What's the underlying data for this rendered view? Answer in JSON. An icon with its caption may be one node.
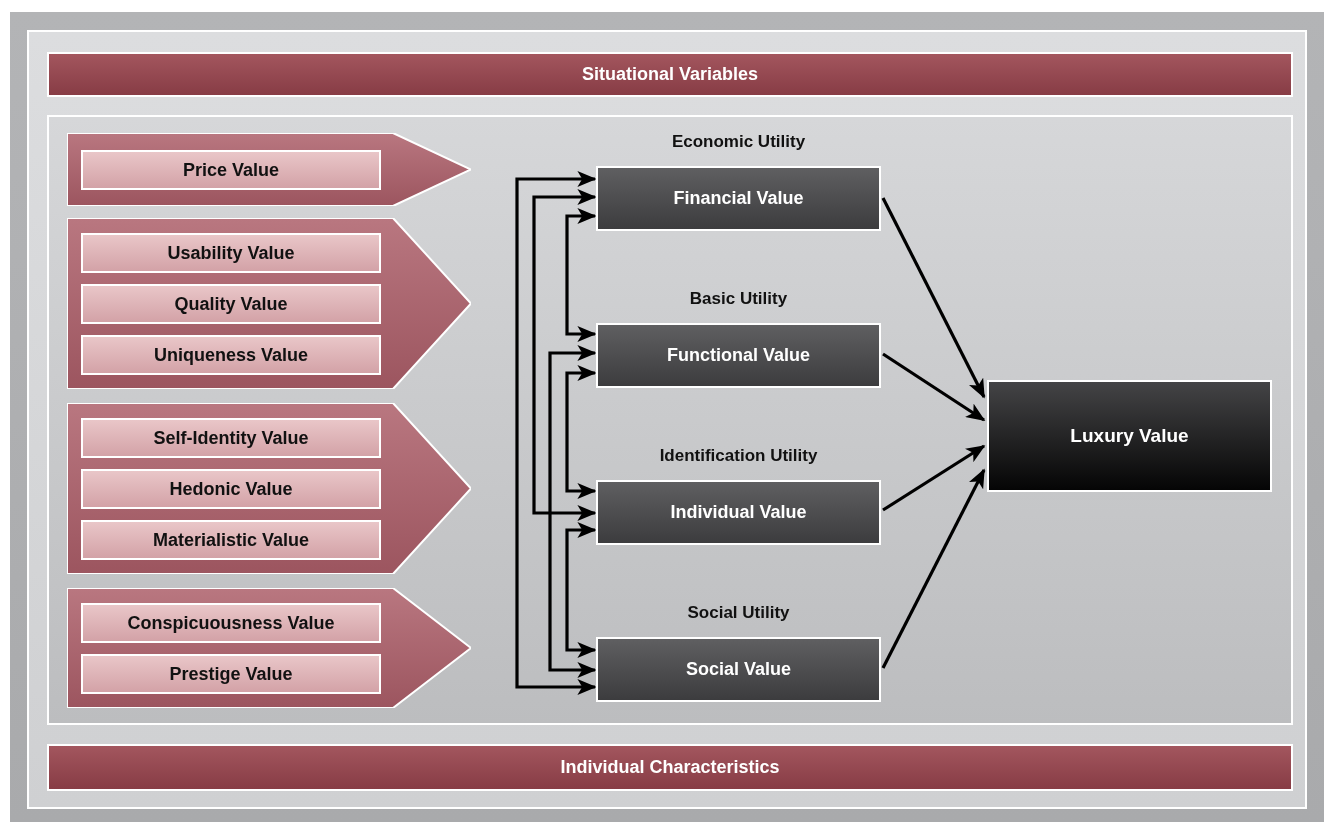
{
  "diagram": {
    "nodes": [
      {
        "text": [
          "Situational Variables"
        ]
      },
      {
        "text": [],
        "shape": "chevron"
      },
      {
        "text": [
          "Price Value"
        ],
        "in": 1
      },
      {
        "text": [],
        "shape": "chevron"
      },
      {
        "text": [
          "Usability Value"
        ],
        "in": 3
      },
      {
        "text": [
          "Quality Value"
        ],
        "in": 3
      },
      {
        "text": [
          "Uniqueness Value"
        ],
        "in": 3
      },
      {
        "text": [],
        "shape": "chevron"
      },
      {
        "text": [
          "Self-Identity Value"
        ],
        "in": 7
      },
      {
        "text": [
          "Hedonic Value"
        ],
        "in": 7
      },
      {
        "text": [
          "Materialistic Value"
        ],
        "in": 7
      },
      {
        "text": [],
        "shape": "chevron"
      },
      {
        "text": [
          "Conspicuousness Value"
        ],
        "in": 11
      },
      {
        "text": [
          "Prestige Value"
        ],
        "in": 11
      },
      {
        "text": [
          "Economic Utility",
          "Financial Value"
        ]
      },
      {
        "text": [
          "Basic Utility",
          "Functional Value"
        ]
      },
      {
        "text": [
          "Identification Utility",
          "Individual Value"
        ]
      },
      {
        "text": [
          "Social Utility",
          "Social Value"
        ]
      },
      {
        "text": [
          "Luxury Value"
        ]
      },
      {
        "text": [
          "Individual Characteristics"
        ]
      }
    ],
    "edges": [
      {
        "from": 14,
        "to": 18,
        "arrow": "to"
      },
      {
        "from": 15,
        "to": 18,
        "arrow": "to"
      },
      {
        "from": 16,
        "to": 18,
        "arrow": "to"
      },
      {
        "from": 17,
        "to": 18,
        "arrow": "to"
      },
      {
        "from": 14,
        "to": 15,
        "arrow": "both"
      },
      {
        "from": 14,
        "to": 16,
        "arrow": "both"
      },
      {
        "from": 14,
        "to": 17,
        "arrow": "both"
      },
      {
        "from": 15,
        "to": 16,
        "arrow": "both"
      },
      {
        "from": 15,
        "to": 17,
        "arrow": "both"
      },
      {
        "from": 16,
        "to": 17,
        "arrow": "both"
      }
    ]
  }
}
